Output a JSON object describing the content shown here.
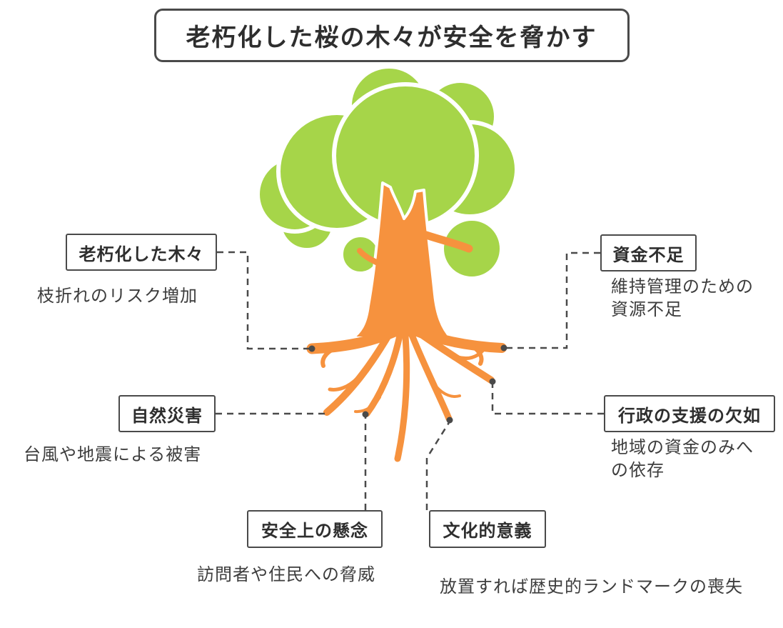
{
  "title": "老朽化した桜の木々が安全を脅かす",
  "nodes": {
    "aging_trees": {
      "label": "老朽化した木々",
      "desc": "枝折れのリスク増加"
    },
    "funding_shortage": {
      "label": "資金不足",
      "desc": "維持管理のための資源不足"
    },
    "natural_disaster": {
      "label": "自然災害",
      "desc": "台風や地震による被害"
    },
    "gov_support_lack": {
      "label": "行政の支援の欠如",
      "desc": "地域の資金のみへの依存"
    },
    "safety_concern": {
      "label": "安全上の懸念",
      "desc": "訪問者や住民への脅威"
    },
    "cultural_significance": {
      "label": "文化的意義",
      "desc": "放置すれば歴史的ランドマークの喪失"
    }
  },
  "colors": {
    "foliage": "#a6d549",
    "trunk": "#f6923e",
    "outline": "#4a4a4a",
    "text": "#2e2e2e",
    "desc_text": "#3d3d3d",
    "background": "#ffffff"
  }
}
